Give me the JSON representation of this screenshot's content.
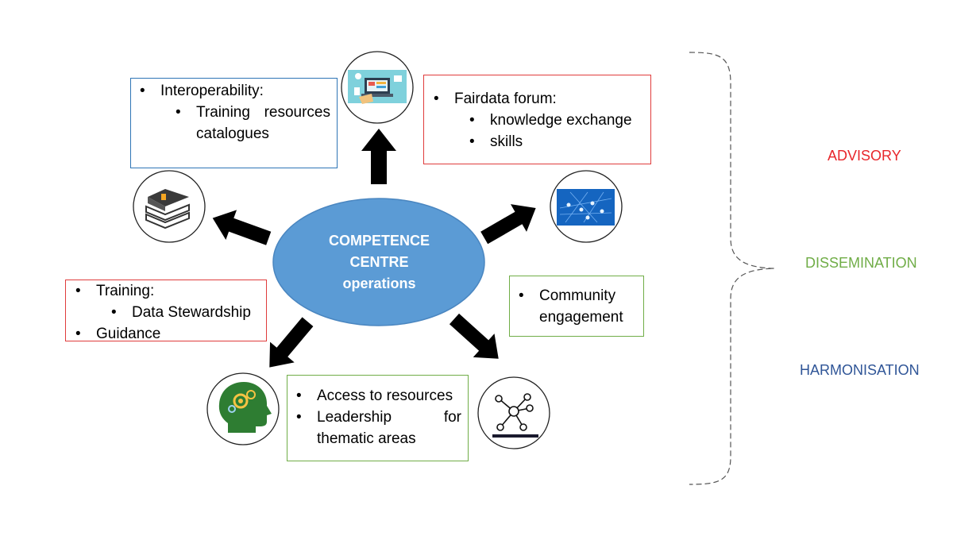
{
  "centre": {
    "lines": [
      "COMPETENCE",
      "CENTRE",
      "operations"
    ],
    "fill": "#5b9bd5"
  },
  "boxes": {
    "interoperability": {
      "title": "Interoperability:",
      "sub": [
        "Training resources catalogues"
      ],
      "border": "#2e75b6"
    },
    "fairdata": {
      "title": "Fairdata forum:",
      "sub": [
        "knowledge exchange",
        "skills"
      ],
      "border": "#e03c3c"
    },
    "training": {
      "title": "Training:",
      "sub": [
        "Data Stewardship"
      ],
      "extra": "Guidance",
      "border": "#e03c3c"
    },
    "community": {
      "items": [
        "Community engagement"
      ],
      "border": "#70ad47"
    },
    "access": {
      "items": [
        "Access to resources",
        "Leadership for thematic areas"
      ],
      "border": "#70ad47"
    }
  },
  "icons": {
    "top": "monitor-icon",
    "left": "books-icon",
    "right": "network-people-icon",
    "bottom_left": "head-gears-icon",
    "bottom_right": "network-nodes-icon"
  },
  "labels": {
    "advisory": {
      "text": "ADVISORY",
      "color": "#e8262b"
    },
    "dissemination": {
      "text": "DISSEMINATION",
      "color": "#70ad47"
    },
    "harmonisation": {
      "text": "HARMONISATION",
      "color": "#2f5597"
    }
  }
}
